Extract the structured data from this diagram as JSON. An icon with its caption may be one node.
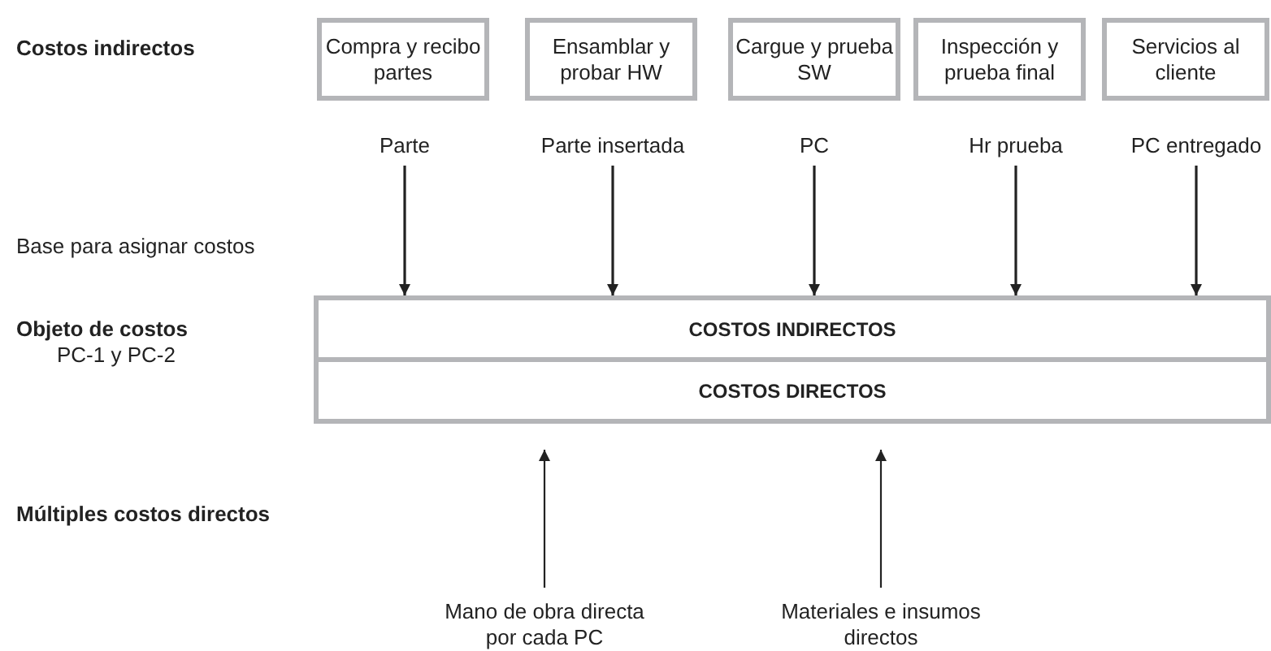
{
  "diagram": {
    "nodes": [
      {
        "text": [
          "Compra y recibo partes"
        ]
      },
      {
        "text": [
          "Ensamblar y probar HW"
        ]
      },
      {
        "text": [
          "Cargue y prueba SW"
        ]
      },
      {
        "text": [
          "Inspección y prueba final"
        ]
      },
      {
        "text": [
          "Servicios al cliente"
        ]
      },
      {
        "text": [
          "Parte"
        ]
      },
      {
        "text": [
          "Parte insertada"
        ]
      },
      {
        "text": [
          "PC"
        ]
      },
      {
        "text": [
          "Hr prueba"
        ]
      },
      {
        "text": [
          "PC entregado"
        ]
      },
      {
        "text": [
          "COSTOS INDIRECTOS"
        ]
      },
      {
        "text": [
          "COSTOS DIRECTOS"
        ]
      },
      {
        "text": [
          "Mano de obra directa por cada PC"
        ]
      },
      {
        "text": [
          "Materiales e insumos directos"
        ]
      }
    ],
    "edges": [
      {
        "from": 5,
        "to": 10,
        "arrow": "to"
      },
      {
        "from": 6,
        "to": 10,
        "arrow": "to"
      },
      {
        "from": 7,
        "to": 10,
        "arrow": "to"
      },
      {
        "from": 8,
        "to": 10,
        "arrow": "to"
      },
      {
        "from": 9,
        "to": 10,
        "arrow": "to"
      },
      {
        "from": 12,
        "to": 11,
        "arrow": "to"
      },
      {
        "from": 13,
        "to": 11,
        "arrow": "to"
      }
    ],
    "labels": [
      "Costos indirectos",
      "Base para asignar costos",
      "Objeto de costos",
      "PC-1 y PC-2",
      "Múltiples costos directos"
    ]
  }
}
